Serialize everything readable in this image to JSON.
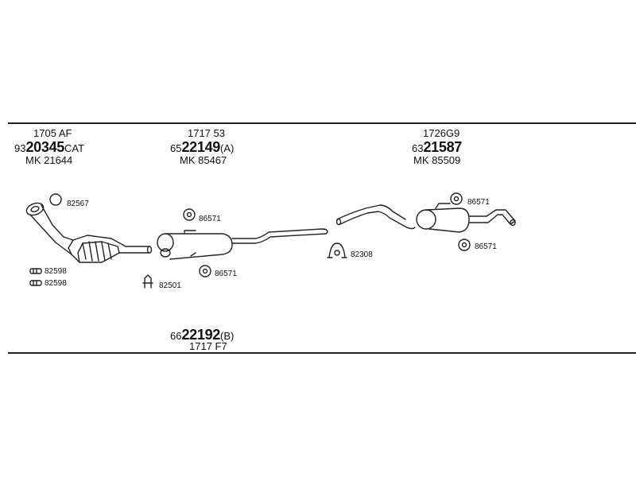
{
  "groups": [
    {
      "ref": "1705 AF",
      "prefix": "93",
      "main": "20345",
      "suffix": "CAT",
      "mk": "MK  21644"
    },
    {
      "ref": "1717 53",
      "prefix": "65",
      "main": "22149",
      "suffix": "(A)",
      "mk": "MK  85467"
    },
    {
      "ref": "1726G9",
      "prefix": "63",
      "main": "21587",
      "suffix": "",
      "mk": "MK  85509"
    }
  ],
  "bottom_group": {
    "prefix": "66",
    "main": "22192",
    "suffix": "(B)",
    "ref": "1717 F7"
  },
  "accessories": {
    "ring_82567": "82567",
    "clamp_82598_a": "82598",
    "clamp_82598_b": "82598",
    "clip_82501": "82501",
    "mount_86571_1": "86571",
    "mount_86571_2": "86571",
    "mount_86571_3": "86571",
    "mount_86571_4": "86571",
    "clamp_82308": "82308"
  }
}
